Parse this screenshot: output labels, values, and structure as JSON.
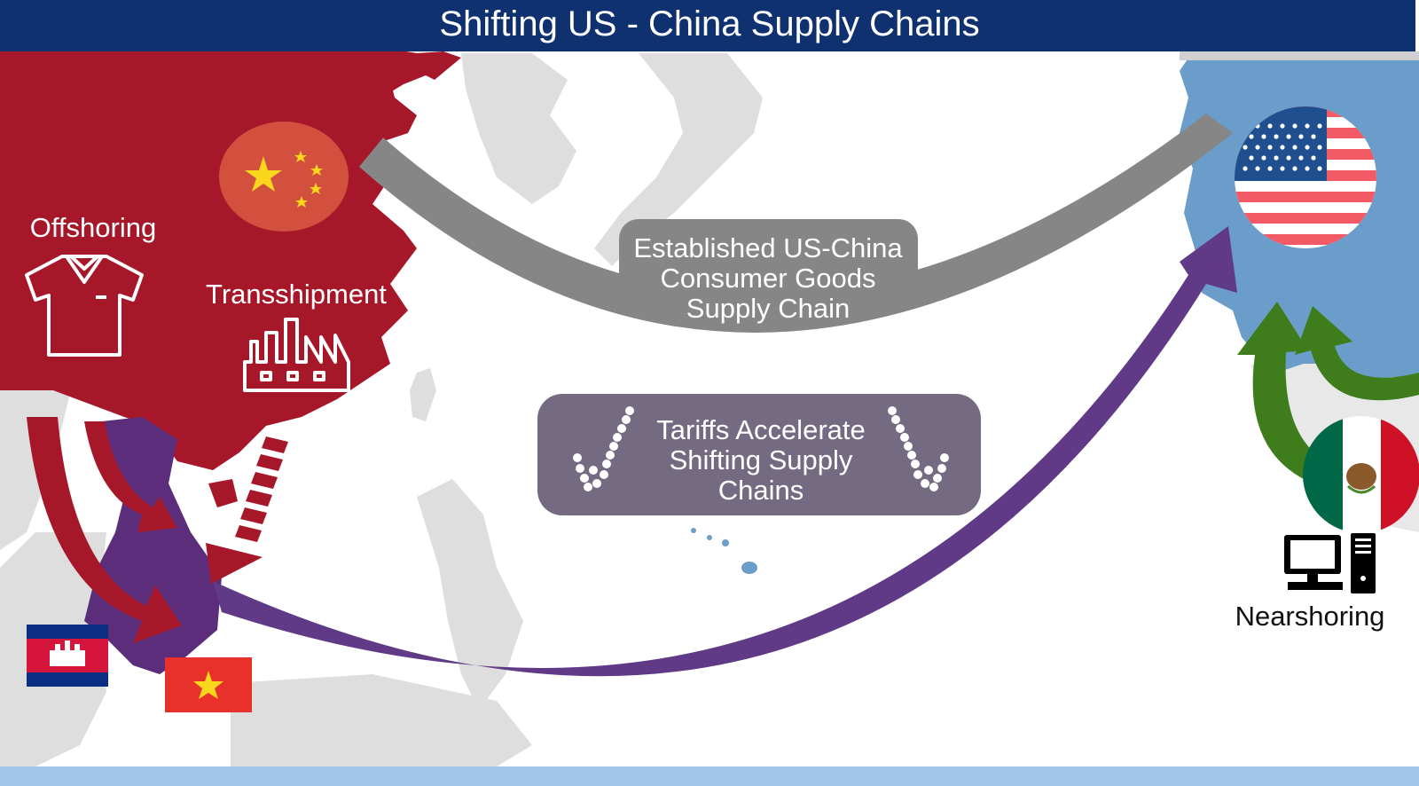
{
  "title": "Shifting US - China  Supply Chains",
  "labels": {
    "offshoring": "Offshoring",
    "transshipment": "Transshipment",
    "nearshoring": "Nearshoring"
  },
  "established_box": {
    "lines": [
      "Established US-China",
      "Consumer Goods",
      "Supply Chain"
    ]
  },
  "tariffs_box": {
    "lines": [
      "Tariffs  Accelerate",
      "Shifting Supply",
      "Chains"
    ]
  },
  "flags": [
    "China",
    "United States",
    "Mexico",
    "Cambodia",
    "Vietnam"
  ],
  "colors": {
    "header": "#0f3170",
    "china_region": "#a6172a",
    "us_region": "#6a9dc9",
    "southeast_asia": "#5b2d7a",
    "gray_arrow": "#868686",
    "purple_arrow": "#603a86",
    "green_arrow": "#3f7d1c",
    "tariffs_box": "#746a82",
    "land_gray": "#dedede",
    "bottom_band": "#a3c5ec"
  },
  "icons": [
    "shirt-icon",
    "factory-icon",
    "computer-icon",
    "tariff-arrow-icon"
  ]
}
